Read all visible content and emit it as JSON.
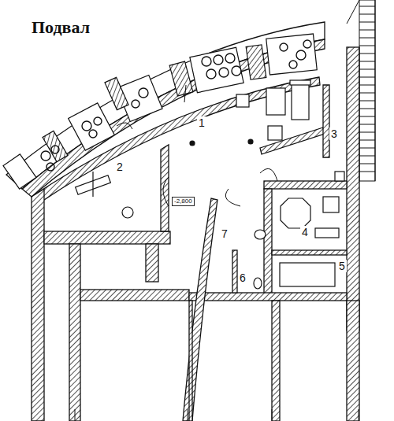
{
  "diagram": {
    "title": "Подвал",
    "labels": [
      "1",
      "2",
      "3",
      "4",
      "5",
      "6",
      "7",
      "-2,800"
    ]
  }
}
